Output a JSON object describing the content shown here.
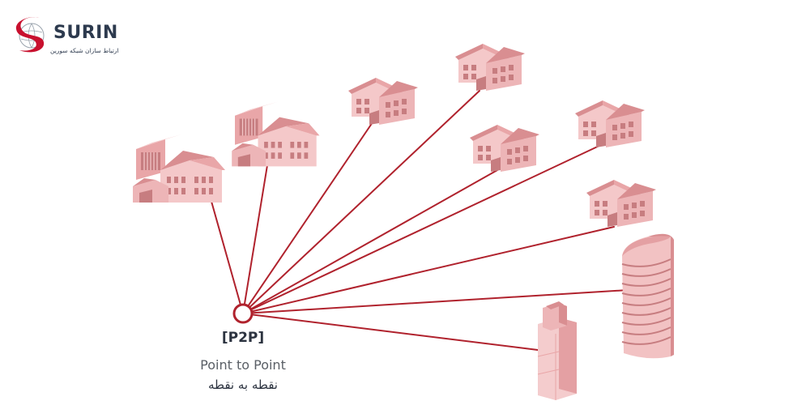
{
  "brand": {
    "name": "SURIN",
    "tagline": "ارتباط سازان شبکه سورین",
    "logo_color": "#c8102e",
    "text_color": "#2d3a4e"
  },
  "diagram": {
    "hub_label": "[P2P]",
    "subtitle": "Point to Point",
    "subtitle_fa": "نقطه به نقطه",
    "link_color": "#b0222d",
    "building_color": "#e9a6a8",
    "building_dark": "#c77d80",
    "building_light": "#f6d2d2",
    "nodes": [
      {
        "id": "factory-1",
        "kind": "factory"
      },
      {
        "id": "factory-2",
        "kind": "factory"
      },
      {
        "id": "house-1",
        "kind": "house"
      },
      {
        "id": "house-2",
        "kind": "house"
      },
      {
        "id": "house-3",
        "kind": "house"
      },
      {
        "id": "house-4",
        "kind": "house"
      },
      {
        "id": "house-5",
        "kind": "house"
      },
      {
        "id": "tower-curved",
        "kind": "tower"
      },
      {
        "id": "tower-block",
        "kind": "tower"
      }
    ]
  }
}
